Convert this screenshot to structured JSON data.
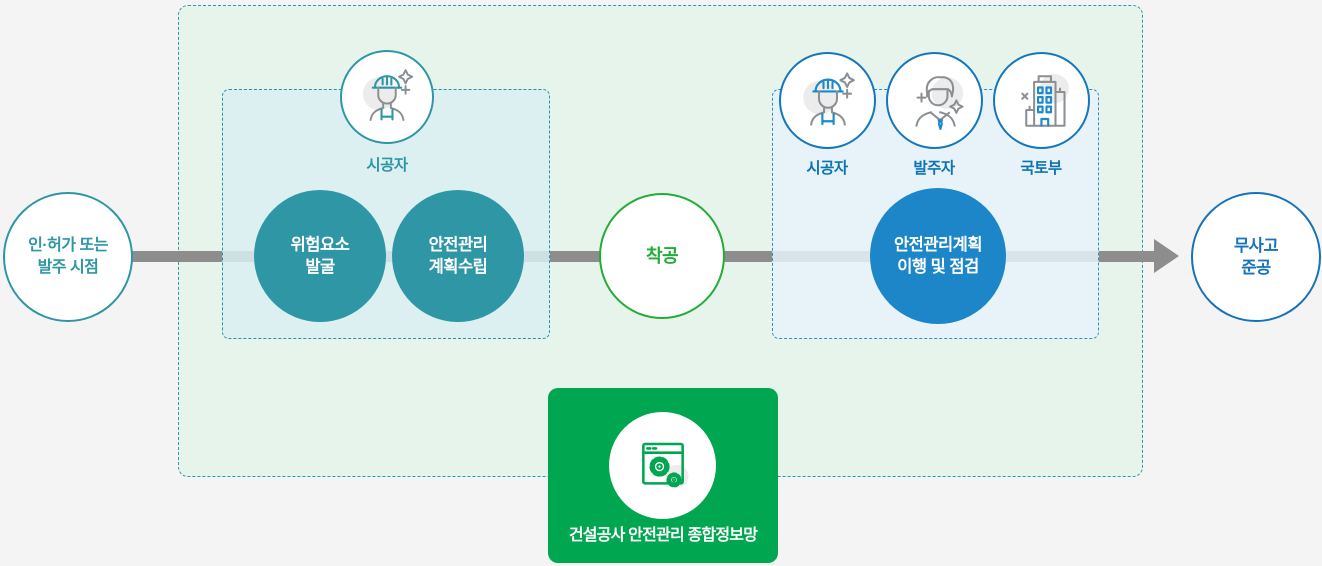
{
  "diagram": {
    "start_node": {
      "line1": "인·허가 또는",
      "line2": "발주 시점"
    },
    "phase1": {
      "actor": {
        "label": "시공자",
        "icon": "construction-worker-icon"
      },
      "step1": {
        "line1": "위험요소",
        "line2": "발굴"
      },
      "step2": {
        "line1": "안전관리",
        "line2": "계획수립"
      }
    },
    "milestone": {
      "label": "착공"
    },
    "phase2": {
      "actors": [
        {
          "label": "시공자",
          "icon": "construction-worker-icon"
        },
        {
          "label": "발주자",
          "icon": "client-person-icon"
        },
        {
          "label": "국토부",
          "icon": "government-building-icon"
        }
      ],
      "step": {
        "line1": "안전관리계획",
        "line2": "이행 및 점검"
      }
    },
    "end_node": {
      "line1": "무사고",
      "line2": "준공"
    },
    "system": {
      "label": "건설공사 안전관리 종합정보망",
      "icon": "web-system-gears-icon"
    },
    "colors": {
      "teal": "#2e96a4",
      "green_line": "#22ac38",
      "green_box": "#00a650",
      "blue_circle": "#1c86c8",
      "blue_border": "#1377bd",
      "blue_label": "#0d74b3",
      "arrow_gray": "#8d8d8d",
      "mint_bg": "#e7f4ec",
      "phase1_bg": "#d9eef3",
      "phase2_bg": "#e6f2fa",
      "page_bg": "#f4f4f5"
    }
  }
}
